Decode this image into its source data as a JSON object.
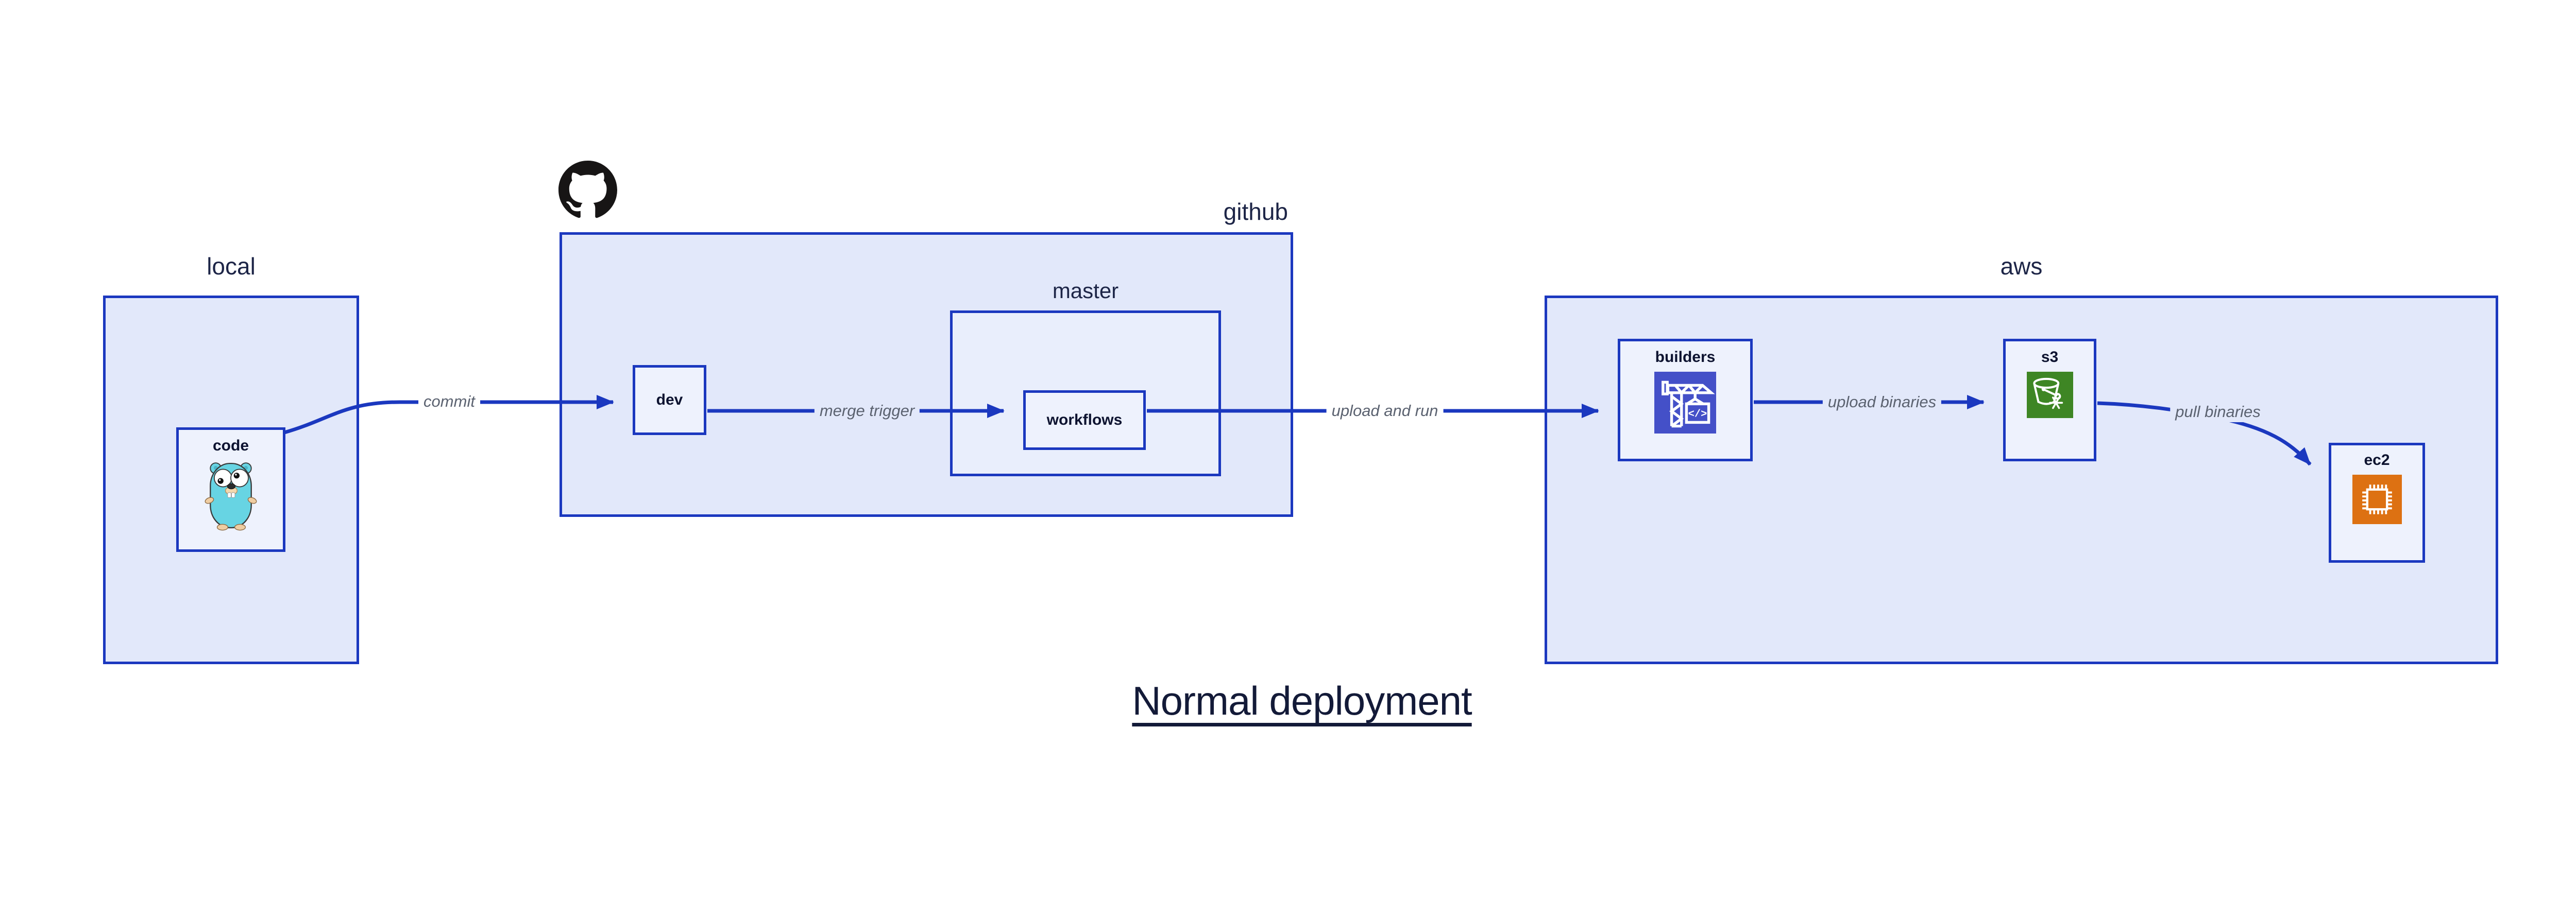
{
  "title": "Normal deployment",
  "groups": {
    "local": {
      "label": "local"
    },
    "github": {
      "label": "github"
    },
    "master": {
      "label": "master"
    },
    "aws": {
      "label": "aws"
    }
  },
  "nodes": {
    "code": {
      "label": "code",
      "group": "local"
    },
    "dev": {
      "label": "dev",
      "group": "github"
    },
    "workflows": {
      "label": "workflows",
      "group": "master"
    },
    "builders": {
      "label": "builders",
      "group": "aws"
    },
    "s3": {
      "label": "s3",
      "group": "aws"
    },
    "ec2": {
      "label": "ec2",
      "group": "aws"
    }
  },
  "edges": [
    {
      "from": "code",
      "to": "dev",
      "label": "commit"
    },
    {
      "from": "dev",
      "to": "workflows",
      "label": "merge trigger"
    },
    {
      "from": "workflows",
      "to": "builders",
      "label": "upload and run"
    },
    {
      "from": "builders",
      "to": "s3",
      "label": "upload binaries"
    },
    {
      "from": "s3",
      "to": "ec2",
      "label": "pull binaries"
    }
  ],
  "icons": {
    "github_logo": "github-octocat-logo",
    "gopher": "go-gopher-mascot",
    "builders_icon": "aws-codebuild-crane-icon",
    "s3_icon": "aws-s3-glacier-bucket-icon",
    "ec2_icon": "aws-ec2-chip-icon",
    "codebuild_glyph": "</>"
  },
  "colors": {
    "border_blue": "#1b38bf",
    "arrow_blue": "#1b38bf",
    "group_fill": "#e2e8fa",
    "master_fill": "#e9eefc",
    "node_fill": "#eef2fd",
    "edge_label_text": "#5b6270",
    "group_label_text": "#1d2547",
    "node_label_text": "#0d1330",
    "title_text": "#131a38",
    "codebuild_bg": "#4450c8",
    "s3_glacier_bg": "#3e8624",
    "ec2_bg": "#dd7112",
    "github_black": "#171515"
  }
}
